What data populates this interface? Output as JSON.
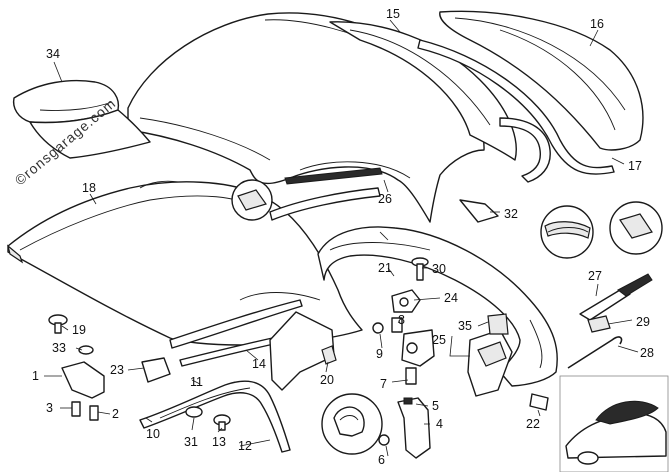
{
  "watermark": "©ronsgarage.com",
  "parts": [
    {
      "id": "p1",
      "label": "1"
    },
    {
      "id": "p2",
      "label": "2"
    },
    {
      "id": "p3",
      "label": "3"
    },
    {
      "id": "p4",
      "label": "4"
    },
    {
      "id": "p5",
      "label": "5"
    },
    {
      "id": "p6",
      "label": "6"
    },
    {
      "id": "p7",
      "label": "7"
    },
    {
      "id": "p8",
      "label": "8"
    },
    {
      "id": "p9",
      "label": "9"
    },
    {
      "id": "p10",
      "label": "10"
    },
    {
      "id": "p11",
      "label": "11"
    },
    {
      "id": "p12",
      "label": "12"
    },
    {
      "id": "p13",
      "label": "13"
    },
    {
      "id": "p14",
      "label": "14"
    },
    {
      "id": "p15",
      "label": "15"
    },
    {
      "id": "p16",
      "label": "16"
    },
    {
      "id": "p17",
      "label": "17"
    },
    {
      "id": "p18",
      "label": "18"
    },
    {
      "id": "p19",
      "label": "19"
    },
    {
      "id": "p20",
      "label": "20"
    },
    {
      "id": "p21",
      "label": "21"
    },
    {
      "id": "p22",
      "label": "22"
    },
    {
      "id": "p23",
      "label": "23"
    },
    {
      "id": "p24",
      "label": "24"
    },
    {
      "id": "p25",
      "label": "25"
    },
    {
      "id": "p26",
      "label": "26"
    },
    {
      "id": "p27",
      "label": "27"
    },
    {
      "id": "p28",
      "label": "28"
    },
    {
      "id": "p29",
      "label": "29"
    },
    {
      "id": "p30",
      "label": "30"
    },
    {
      "id": "p31",
      "label": "31"
    },
    {
      "id": "p32",
      "label": "32"
    },
    {
      "id": "p33",
      "label": "33"
    },
    {
      "id": "p34",
      "label": "34"
    },
    {
      "id": "p35",
      "label": "35"
    }
  ]
}
